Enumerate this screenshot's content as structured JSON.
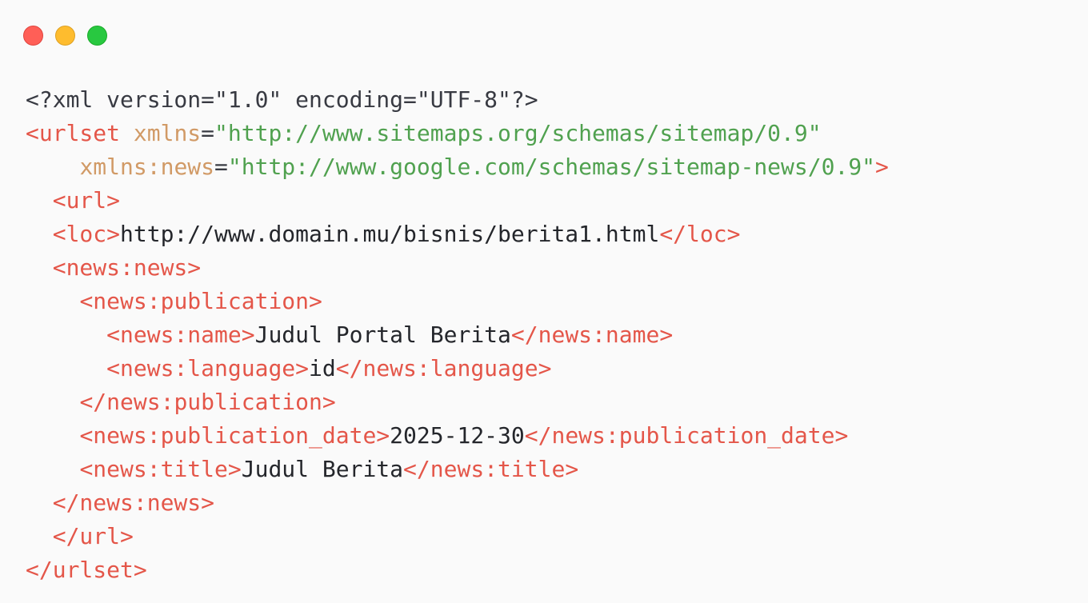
{
  "window": {
    "controls": [
      {
        "name": "close",
        "color": "#ff5f57",
        "border": "#e0443e"
      },
      {
        "name": "minimize",
        "color": "#febc2e",
        "border": "#dea123"
      },
      {
        "name": "maximize",
        "color": "#28c840",
        "border": "#1aab29"
      }
    ]
  },
  "colors": {
    "background": "#fafafa",
    "tag": "#e45649",
    "attribute": "#d19a66",
    "string": "#50a14f",
    "text": "#24262b"
  },
  "code": {
    "language": "xml",
    "lines": [
      {
        "indent": "",
        "parts": [
          {
            "t": "plain",
            "v": "<?xml version=\"1.0\" encoding=\"UTF-8\"?>"
          }
        ]
      },
      {
        "indent": "",
        "parts": [
          {
            "t": "tag",
            "v": "<urlset"
          },
          {
            "t": "plain",
            "v": " "
          },
          {
            "t": "attr",
            "v": "xmlns"
          },
          {
            "t": "plain",
            "v": "="
          },
          {
            "t": "str",
            "v": "\"http://www.sitemaps.org/schemas/sitemap/0.9\""
          }
        ]
      },
      {
        "indent": "    ",
        "parts": [
          {
            "t": "attr",
            "v": "xmlns:news"
          },
          {
            "t": "plain",
            "v": "="
          },
          {
            "t": "str",
            "v": "\"http://www.google.com/schemas/sitemap-news/0.9\""
          },
          {
            "t": "tag",
            "v": ">"
          }
        ]
      },
      {
        "indent": "  ",
        "parts": [
          {
            "t": "tag",
            "v": "<url>"
          }
        ]
      },
      {
        "indent": "  ",
        "parts": [
          {
            "t": "tag",
            "v": "<loc>"
          },
          {
            "t": "txt",
            "v": "http://www.domain.mu/bisnis/berita1.html"
          },
          {
            "t": "tag",
            "v": "</loc>"
          }
        ]
      },
      {
        "indent": "  ",
        "parts": [
          {
            "t": "tag",
            "v": "<news:news>"
          }
        ]
      },
      {
        "indent": "    ",
        "parts": [
          {
            "t": "tag",
            "v": "<news:publication>"
          }
        ]
      },
      {
        "indent": "      ",
        "parts": [
          {
            "t": "tag",
            "v": "<news:name>"
          },
          {
            "t": "txt",
            "v": "Judul Portal Berita"
          },
          {
            "t": "tag",
            "v": "</news:name>"
          }
        ]
      },
      {
        "indent": "      ",
        "parts": [
          {
            "t": "tag",
            "v": "<news:language>"
          },
          {
            "t": "txt",
            "v": "id"
          },
          {
            "t": "tag",
            "v": "</news:language>"
          }
        ]
      },
      {
        "indent": "    ",
        "parts": [
          {
            "t": "tag",
            "v": "</news:publication>"
          }
        ]
      },
      {
        "indent": "    ",
        "parts": [
          {
            "t": "tag",
            "v": "<news:publication_date>"
          },
          {
            "t": "txt",
            "v": "2025-12-30"
          },
          {
            "t": "tag",
            "v": "</news:publication_date>"
          }
        ]
      },
      {
        "indent": "    ",
        "parts": [
          {
            "t": "tag",
            "v": "<news:title>"
          },
          {
            "t": "txt",
            "v": "Judul Berita"
          },
          {
            "t": "tag",
            "v": "</news:title>"
          }
        ]
      },
      {
        "indent": "  ",
        "parts": [
          {
            "t": "tag",
            "v": "</news:news>"
          }
        ]
      },
      {
        "indent": "  ",
        "parts": [
          {
            "t": "tag",
            "v": "</url>"
          }
        ]
      },
      {
        "indent": "",
        "parts": [
          {
            "t": "tag",
            "v": "</urlset>"
          }
        ]
      }
    ]
  }
}
